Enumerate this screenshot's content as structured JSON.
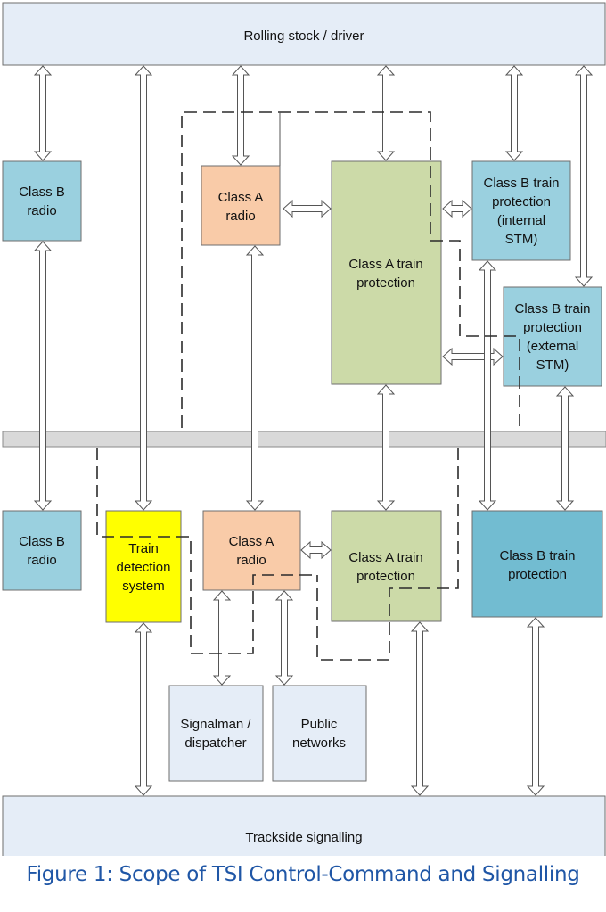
{
  "figure": {
    "caption": "Figure 1: Scope of TSI Control-Command and Signalling"
  },
  "colors": {
    "domain_box": "#e5edf7",
    "bus": "#d9d9d9",
    "class_b": "#9ad0df",
    "class_b_trackside": "#72bcd1",
    "class_a_radio": "#f9cba8",
    "class_a_train_protection": "#ccdaa8",
    "train_detection": "#ffff00",
    "external": "#e5edf7",
    "caption": "#1f56a6"
  },
  "boxes": {
    "rolling_stock": {
      "lines": [
        "Rolling stock / driver"
      ]
    },
    "onboard_class_b_radio": {
      "lines": [
        "Class B",
        "radio"
      ]
    },
    "onboard_class_a_radio": {
      "lines": [
        "Class A",
        "radio"
      ]
    },
    "onboard_class_a_tp": {
      "lines": [
        "Class A train",
        "protection"
      ]
    },
    "onboard_class_b_tp_internal": {
      "lines": [
        "Class B train",
        "protection",
        "(internal",
        "STM)"
      ]
    },
    "onboard_class_b_tp_external": {
      "lines": [
        "Class B train",
        "protection",
        "(external",
        "STM)"
      ]
    },
    "trackside_class_b_radio": {
      "lines": [
        "Class B",
        "radio"
      ]
    },
    "train_detection": {
      "lines": [
        "Train",
        "detection",
        "system"
      ]
    },
    "trackside_class_a_radio": {
      "lines": [
        "Class A",
        "radio"
      ]
    },
    "trackside_class_a_tp": {
      "lines": [
        "Class A train",
        "protection"
      ]
    },
    "trackside_class_b_tp": {
      "lines": [
        "Class B train",
        "protection"
      ]
    },
    "signalman": {
      "lines": [
        "Signalman /",
        "dispatcher"
      ]
    },
    "public_networks": {
      "lines": [
        "Public",
        "networks"
      ]
    },
    "trackside_signalling": {
      "lines": [
        "Trackside signalling"
      ]
    }
  },
  "connections": [
    {
      "from": "rolling_stock",
      "to": "onboard_class_b_radio",
      "type": "bidirectional"
    },
    {
      "from": "rolling_stock",
      "to": "train_detection",
      "type": "bidirectional"
    },
    {
      "from": "rolling_stock",
      "to": "onboard_class_a_radio",
      "type": "bidirectional"
    },
    {
      "from": "rolling_stock",
      "to": "onboard_class_a_tp",
      "type": "bidirectional"
    },
    {
      "from": "rolling_stock",
      "to": "onboard_class_b_tp_internal",
      "type": "bidirectional"
    },
    {
      "from": "rolling_stock",
      "to": "onboard_class_b_tp_external",
      "type": "bidirectional"
    },
    {
      "from": "onboard_class_a_radio",
      "to": "onboard_class_a_tp",
      "type": "bidirectional"
    },
    {
      "from": "onboard_class_a_tp",
      "to": "onboard_class_b_tp_internal",
      "type": "bidirectional"
    },
    {
      "from": "onboard_class_a_tp",
      "to": "onboard_class_b_tp_external",
      "type": "bidirectional"
    },
    {
      "from": "onboard_class_b_radio",
      "to": "trackside_class_b_radio",
      "type": "bidirectional"
    },
    {
      "from": "onboard_class_a_radio",
      "to": "trackside_class_a_radio",
      "type": "bidirectional"
    },
    {
      "from": "onboard_class_a_tp",
      "to": "trackside_class_a_tp",
      "type": "bidirectional"
    },
    {
      "from": "onboard_class_b_tp_internal",
      "to": "trackside_class_b_tp",
      "type": "bidirectional"
    },
    {
      "from": "onboard_class_b_tp_external",
      "to": "trackside_class_b_tp",
      "type": "bidirectional"
    },
    {
      "from": "trackside_class_a_radio",
      "to": "trackside_class_a_tp",
      "type": "bidirectional"
    },
    {
      "from": "trackside_class_a_radio",
      "to": "signalman",
      "type": "bidirectional"
    },
    {
      "from": "trackside_class_a_radio",
      "to": "public_networks",
      "type": "bidirectional"
    },
    {
      "from": "train_detection",
      "to": "trackside_signalling",
      "type": "bidirectional"
    },
    {
      "from": "trackside_class_a_tp",
      "to": "trackside_signalling",
      "type": "bidirectional"
    },
    {
      "from": "trackside_class_b_tp",
      "to": "trackside_signalling",
      "type": "bidirectional"
    }
  ]
}
